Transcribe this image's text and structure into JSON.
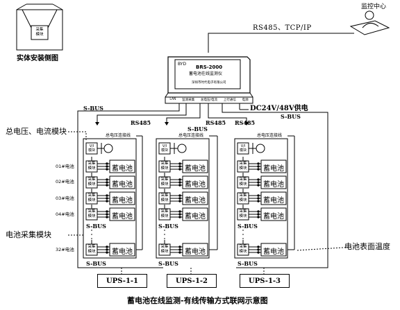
{
  "install_side_view": {
    "box_label_line1": "采集",
    "box_label_line2": "模块",
    "caption": "实体安装侧图"
  },
  "monitor_center": {
    "label": "监控中心"
  },
  "link_protocol": "RS485、TCP/IP",
  "device": {
    "model": "BRS-2000",
    "name": "蓄电池在线监测仪",
    "company": "深圳市时代电子有限公司",
    "ports": [
      "LAN",
      "监测采集",
      "总电压/电流",
      "上行通信",
      "电源"
    ],
    "logo": "BYD"
  },
  "power_label": "DC24V/48V供电",
  "bus_labels": {
    "sbus": "S-BUS",
    "rs485": "RS485"
  },
  "callouts": {
    "total_vi_module": "总电压、电流模块",
    "battery_module": "电池采集模块",
    "battery_temp": "电池表面温度"
  },
  "groups": [
    {
      "ups": "UPS-1-1",
      "connect_line": "总电压连接线",
      "vi_line1": "V/I",
      "vi_line2": "模块"
    },
    {
      "ups": "UPS-1-2",
      "connect_line": "总电压连接线",
      "vi_line1": "V/I",
      "vi_line2": "模块"
    },
    {
      "ups": "UPS-1-3",
      "connect_line": "总电压连接线",
      "vi_line1": "V/I",
      "vi_line2": "模块"
    }
  ],
  "row_labels": [
    "01#电池",
    "02#电池",
    "03#电池",
    "04#电池",
    "32#电池"
  ],
  "battery_label": "蓄电池",
  "module_label_line1": "采集",
  "module_label_line2": "模块",
  "title": "蓄电池在线监测-有线传输方式联网示意图"
}
